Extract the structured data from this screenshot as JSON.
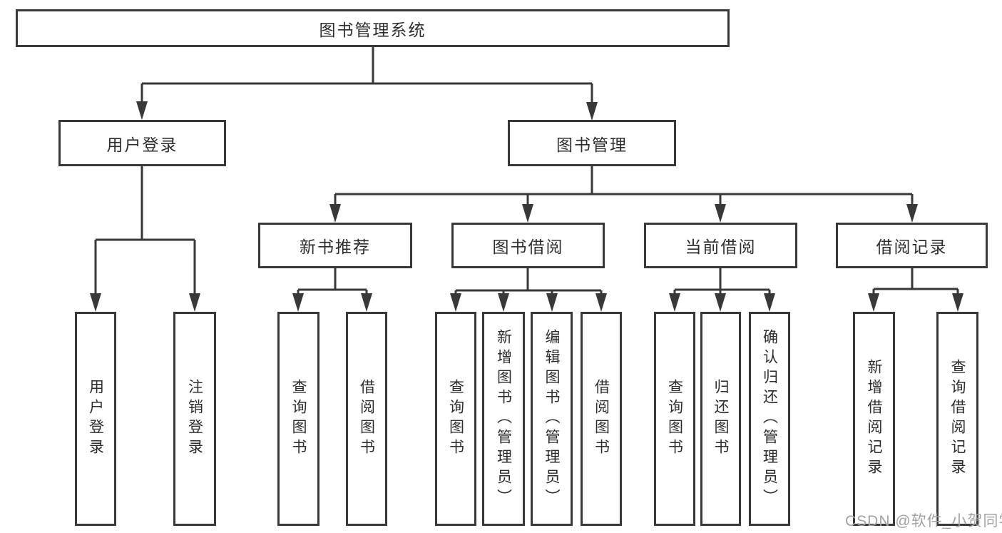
{
  "diagram": {
    "title": "图书管理系统",
    "watermark": "CSDN @软件_小贺同学",
    "colors": {
      "line": "#383838",
      "box_border": "#383838",
      "box_fill": "#ffffff",
      "text": "#2d2d2d",
      "watermark": "#a3a3a3",
      "background": "#ffffff"
    },
    "root": {
      "label": "图书管理系统"
    },
    "branches": [
      {
        "label": "用户登录",
        "children": [
          {
            "label": "用户登录"
          },
          {
            "label": "注销登录"
          }
        ]
      },
      {
        "label": "图书管理",
        "children": [
          {
            "label": "新书推荐",
            "children": [
              {
                "label": "查询图书"
              },
              {
                "label": "借阅图书"
              }
            ]
          },
          {
            "label": "图书借阅",
            "children": [
              {
                "label": "查询图书"
              },
              {
                "label": "新增图书（管理员）"
              },
              {
                "label": "编辑图书（管理员）"
              },
              {
                "label": "借阅图书"
              }
            ]
          },
          {
            "label": "当前借阅",
            "children": [
              {
                "label": "查询图书"
              },
              {
                "label": "归还图书"
              },
              {
                "label": "确认归还（管理员）"
              }
            ]
          },
          {
            "label": "借阅记录",
            "children": [
              {
                "label": "新增借阅记录"
              },
              {
                "label": "查询借阅记录"
              }
            ]
          }
        ]
      }
    ]
  }
}
